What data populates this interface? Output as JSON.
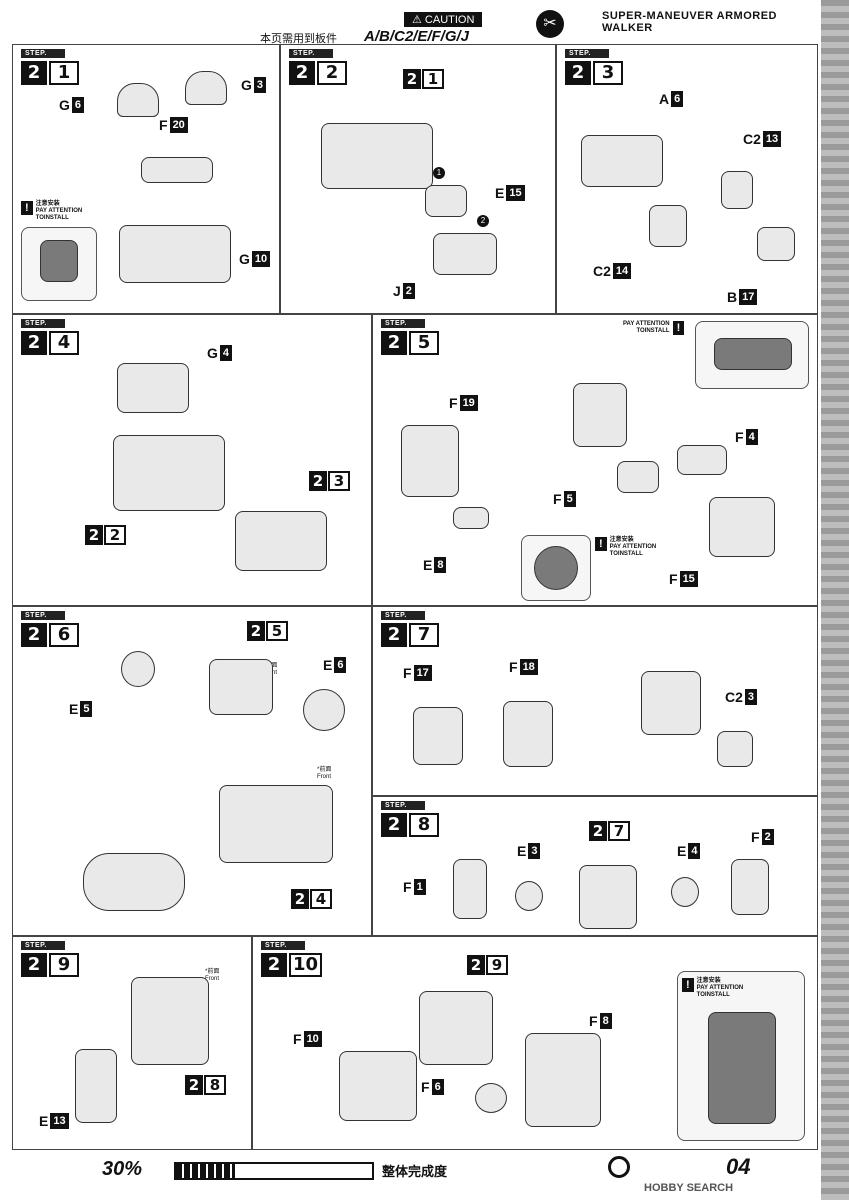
{
  "header": {
    "plates_cn": "本页需用到板件",
    "plates": "A/B/C2/E/F/G/J",
    "caution": "CAUTION",
    "title": "SUPER-MANEUVER ARMORED WALKER"
  },
  "step_label": "STEP.",
  "note": {
    "cn": "注意安装",
    "l1": "PAY ATTENTION",
    "l2": "TOINSTALL"
  },
  "front": {
    "cn": "*前面",
    "en": "Front"
  },
  "steps": {
    "s21": {
      "a": "2",
      "b": "1",
      "c": {
        "g6": [
          "G",
          "6"
        ],
        "g3": [
          "G",
          "3"
        ],
        "f20": [
          "F",
          "20"
        ],
        "g10": [
          "G",
          "10"
        ]
      }
    },
    "s22": {
      "a": "2",
      "b": "2",
      "sub": [
        "2",
        "1"
      ],
      "c": {
        "e15": [
          "E",
          "15"
        ],
        "j2": [
          "J",
          "2"
        ]
      },
      "m1": "1",
      "m2": "2"
    },
    "s23": {
      "a": "2",
      "b": "3",
      "c": {
        "a6": [
          "A",
          "6"
        ],
        "c13": [
          "C2",
          "13"
        ],
        "c14": [
          "C2",
          "14"
        ],
        "b17": [
          "B",
          "17"
        ]
      }
    },
    "s24": {
      "a": "2",
      "b": "4",
      "c": {
        "g4": [
          "G",
          "4"
        ]
      },
      "sub1": [
        "2",
        "3"
      ],
      "sub2": [
        "2",
        "2"
      ]
    },
    "s25": {
      "a": "2",
      "b": "5",
      "c": {
        "f19": [
          "F",
          "19"
        ],
        "e8": [
          "E",
          "8"
        ],
        "f4": [
          "F",
          "4"
        ],
        "f5": [
          "F",
          "5"
        ],
        "f15": [
          "F",
          "15"
        ]
      }
    },
    "s26": {
      "a": "2",
      "b": "6",
      "sub1": [
        "2",
        "5"
      ],
      "c": {
        "e6": [
          "E",
          "6"
        ],
        "e5": [
          "E",
          "5"
        ]
      },
      "sub2": [
        "2",
        "4"
      ]
    },
    "s27": {
      "a": "2",
      "b": "7",
      "c": {
        "f17": [
          "F",
          "17"
        ],
        "f18": [
          "F",
          "18"
        ],
        "c3": [
          "C2",
          "3"
        ]
      }
    },
    "s28": {
      "a": "2",
      "b": "8",
      "sub": [
        "2",
        "7"
      ],
      "c": {
        "e3": [
          "E",
          "3"
        ],
        "e4": [
          "E",
          "4"
        ],
        "f1": [
          "F",
          "1"
        ],
        "f2": [
          "F",
          "2"
        ]
      }
    },
    "s29": {
      "a": "2",
      "b": "9",
      "c": {
        "e13": [
          "E",
          "13"
        ]
      },
      "sub": [
        "2",
        "8"
      ]
    },
    "s210": {
      "a": "2",
      "b": "10",
      "sub": [
        "2",
        "9"
      ],
      "c": {
        "f10": [
          "F",
          "10"
        ],
        "f8": [
          "F",
          "8"
        ],
        "f6": [
          "F",
          "6"
        ]
      }
    }
  },
  "footer": {
    "percent": "30%",
    "cn": "整体完成度",
    "page": "04",
    "progress": 0.3,
    "brand": "HOBBY SEARCH"
  }
}
